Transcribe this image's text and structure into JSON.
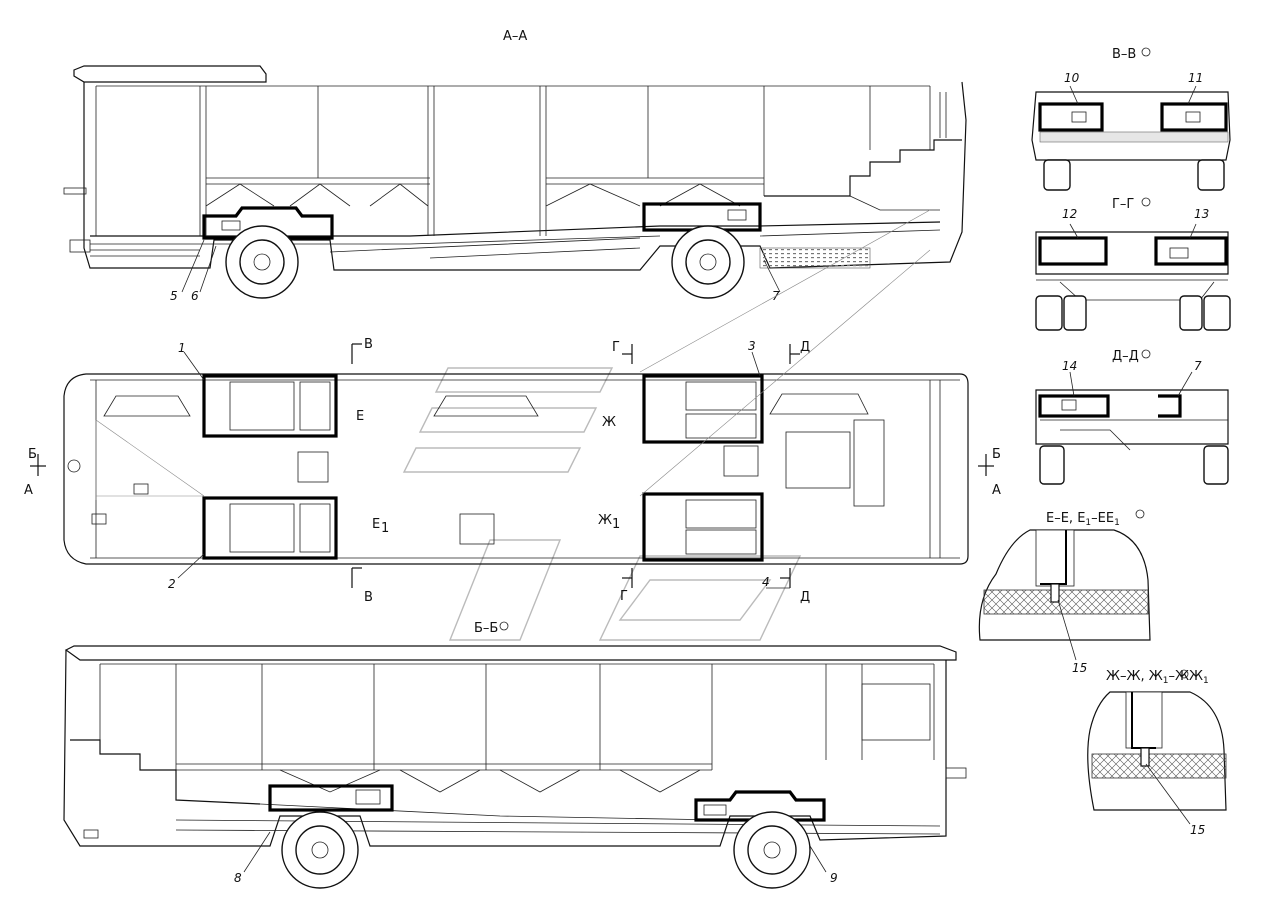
{
  "views": {
    "side_top_title": "А–А",
    "plan_title": "Б–Б",
    "section_v_title": "В–В",
    "section_g_title": "Г–Г",
    "section_d_title": "Д–Д",
    "section_e_title": "Е–Е, Е",
    "section_e_sub": "1",
    "section_e_tail": "–Е",
    "section_zh_title": "Ж–Ж, Ж",
    "section_zh_tail": "–Ж"
  },
  "cut_markers": {
    "A": "А",
    "B": "Б",
    "V": "В",
    "G": "Г",
    "D": "Д",
    "E": "Е",
    "E1": "Е",
    "ZH": "Ж",
    "ZH1": "Ж",
    "sub1": "1"
  },
  "callouts": [
    "1",
    "2",
    "3",
    "4",
    "5",
    "6",
    "7",
    "8",
    "9",
    "10",
    "11",
    "12",
    "13",
    "14",
    "15"
  ],
  "rotation_icon": "rotated-view-icon"
}
